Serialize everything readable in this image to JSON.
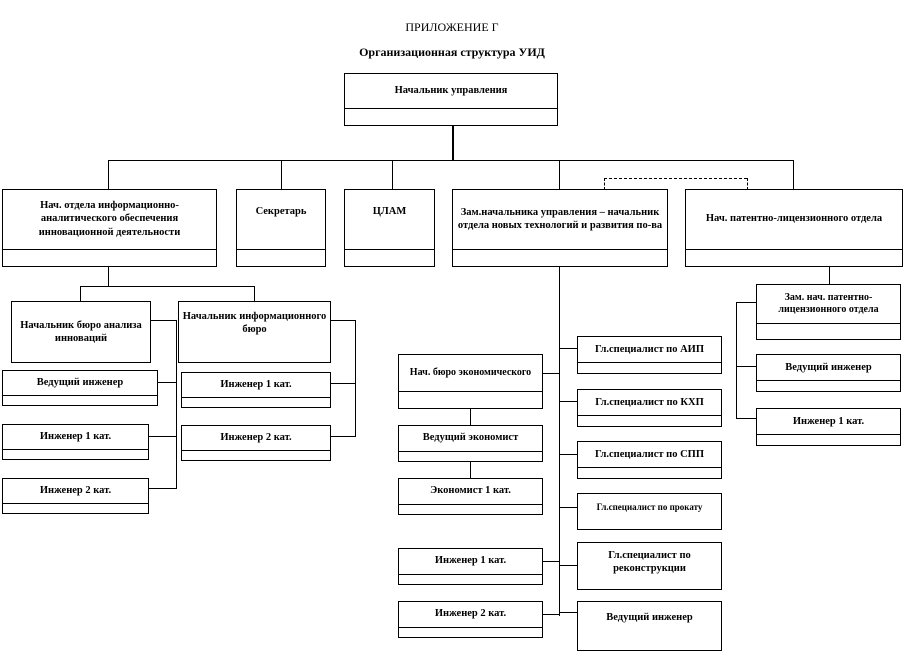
{
  "header": {
    "appendix": "ПРИЛОЖЕНИЕ  Г",
    "title": "Организационная структура УИД"
  },
  "boxes": {
    "head": "Начальник управления",
    "info_dept": "Нач. отдела информационно-аналитического обеспечения инновационной деятельности",
    "secretary": "Секретарь",
    "tslam": "ЦЛАМ",
    "deputy": "Зам.начальника управления – начальник отдела новых технологий и развития по-ва",
    "patent_dept": "Нач. патентно-лицензионного отдела",
    "analysis_bureau": "Начальник бюро анализа инноваций",
    "info_bureau": "Начальник информационного бюро",
    "lead_engineer_1": "Ведущий инженер",
    "engineer1_left": "Инженер 1 кат.",
    "engineer2_left": "Инженер 2 кат.",
    "engineer1_info": "Инженер 1 кат.",
    "engineer2_info": "Инженер 2 кат.",
    "econ_bureau": "Нач. бюро экономического",
    "lead_economist": "Ведущий экономист",
    "economist1": "Экономист 1 кат.",
    "engineer1_mid": "Инженер 1 кат.",
    "engineer2_mid": "Инженер 2 кат.",
    "spec_aip": "Гл.специалист  по АИП",
    "spec_khp": "Гл.специалист по КХП",
    "spec_spp": "Гл.специалист по СПП",
    "spec_prokat": "Гл.специалист по прокату",
    "spec_recon": "Гл.специалист по реконструкции",
    "lead_engineer_mid": "Ведущий инженер",
    "patent_deputy": "Зам. нач. патентно-лицензионного отдела",
    "lead_engineer_patent": "Ведущий инженер",
    "engineer1_patent": "Инженер 1 кат."
  }
}
